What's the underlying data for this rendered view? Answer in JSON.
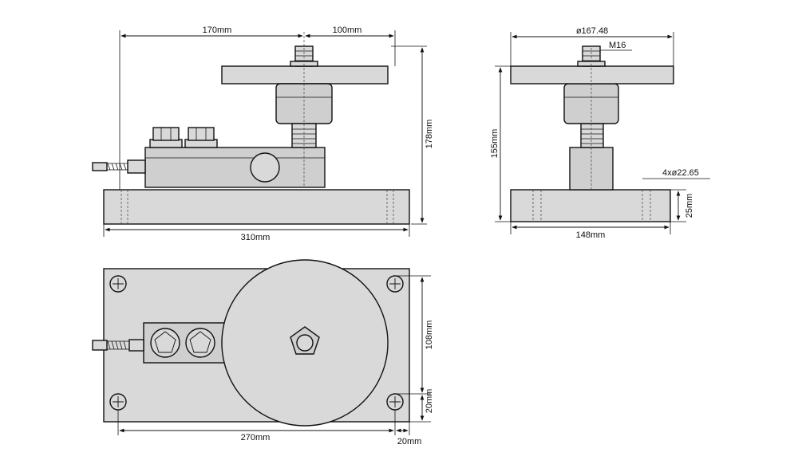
{
  "dimensions": {
    "front_top_left": "170mm",
    "front_top_right": "100mm",
    "front_height": "178mm",
    "front_width": "310mm",
    "side_diameter": "ø167.48",
    "side_thread": "M16",
    "side_height": "155mm",
    "side_holes": "4xø22.65",
    "side_base_height": "25mm",
    "side_width": "148mm",
    "top_height": "108mm",
    "top_edge": "20mm",
    "top_width": "270mm",
    "top_right_edge": "20mm"
  }
}
